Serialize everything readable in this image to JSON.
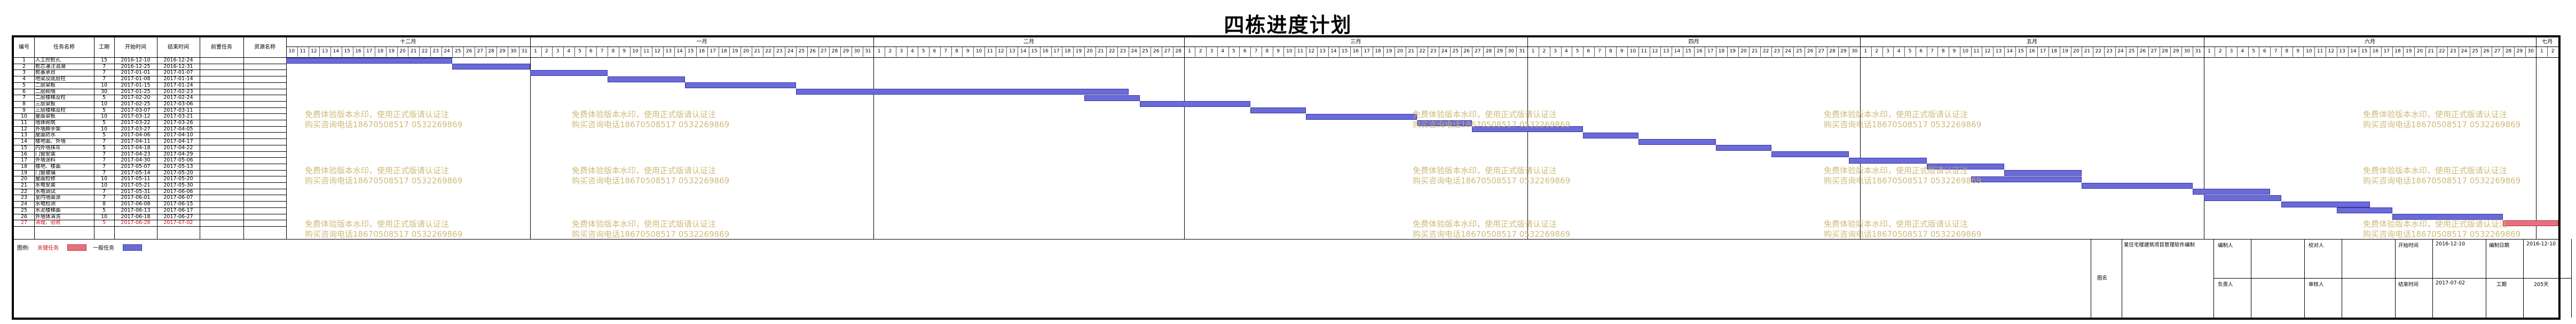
{
  "title": "四栋进度计划",
  "columns": [
    "编号",
    "任务名称",
    "工期",
    "开始时间",
    "结束时间",
    "前置任务",
    "资源名称"
  ],
  "months": [
    {
      "label": "十二月",
      "days": [
        10,
        11,
        12,
        13,
        14,
        15,
        16,
        17,
        18,
        19,
        20,
        21,
        22,
        23,
        24,
        25,
        26,
        27,
        28,
        29,
        30,
        31
      ]
    },
    {
      "label": "一月",
      "days": [
        1,
        2,
        3,
        4,
        5,
        6,
        7,
        8,
        9,
        10,
        11,
        12,
        13,
        14,
        15,
        16,
        17,
        18,
        19,
        20,
        21,
        22,
        23,
        24,
        25,
        26,
        27,
        28,
        29,
        30,
        31
      ]
    },
    {
      "label": "二月",
      "days": [
        1,
        2,
        3,
        4,
        5,
        6,
        7,
        8,
        9,
        10,
        11,
        12,
        13,
        14,
        15,
        16,
        17,
        18,
        19,
        20,
        21,
        22,
        23,
        24,
        25,
        26,
        27,
        28
      ]
    },
    {
      "label": "三月",
      "days": [
        1,
        2,
        3,
        4,
        5,
        6,
        7,
        8,
        9,
        10,
        11,
        12,
        13,
        14,
        15,
        16,
        17,
        18,
        19,
        20,
        21,
        22,
        23,
        24,
        25,
        26,
        27,
        28,
        29,
        30,
        31
      ]
    },
    {
      "label": "四月",
      "days": [
        1,
        2,
        3,
        4,
        5,
        6,
        7,
        8,
        9,
        10,
        11,
        12,
        13,
        14,
        15,
        16,
        17,
        18,
        19,
        20,
        21,
        22,
        23,
        24,
        25,
        26,
        27,
        28,
        29,
        30
      ]
    },
    {
      "label": "五月",
      "days": [
        1,
        2,
        3,
        4,
        5,
        6,
        7,
        8,
        9,
        10,
        11,
        12,
        13,
        14,
        15,
        16,
        17,
        18,
        19,
        20,
        21,
        22,
        23,
        24,
        25,
        26,
        27,
        28,
        29,
        30,
        31
      ]
    },
    {
      "label": "六月",
      "days": [
        1,
        2,
        3,
        4,
        5,
        6,
        7,
        8,
        9,
        10,
        11,
        12,
        13,
        14,
        15,
        16,
        17,
        18,
        19,
        20,
        21,
        22,
        23,
        24,
        25,
        26,
        27,
        28,
        29,
        30
      ]
    },
    {
      "label": "七月",
      "days": [
        1,
        2
      ]
    }
  ],
  "tasks": [
    {
      "id": "1",
      "name": "人工挖桩孔",
      "duration": "15",
      "start": "2016-12-10",
      "end": "2016-12-24",
      "critical": false
    },
    {
      "id": "2",
      "name": "桩芯灌注混凝",
      "duration": "7",
      "start": "2016-12-25",
      "end": "2016-12-31",
      "critical": false
    },
    {
      "id": "3",
      "name": "桩基承台",
      "duration": "7",
      "start": "2017-01-01",
      "end": "2017-01-07",
      "critical": false
    },
    {
      "id": "4",
      "name": "地梁及底层柱",
      "duration": "7",
      "start": "2017-01-08",
      "end": "2017-01-14",
      "critical": false
    },
    {
      "id": "5",
      "name": "二层梁板",
      "duration": "10",
      "start": "2017-01-15",
      "end": "2017-01-24",
      "critical": false
    },
    {
      "id": "6",
      "name": "二层砌墙",
      "duration": "30",
      "start": "2017-01-25",
      "end": "2017-02-23",
      "critical": false
    },
    {
      "id": "7",
      "name": "二层楼梯及柱",
      "duration": "5",
      "start": "2017-02-20",
      "end": "2017-02-24",
      "critical": false
    },
    {
      "id": "8",
      "name": "三层梁板",
      "duration": "10",
      "start": "2017-02-25",
      "end": "2017-03-06",
      "critical": false
    },
    {
      "id": "9",
      "name": "三层楼梯及柱",
      "duration": "5",
      "start": "2017-03-07",
      "end": "2017-03-11",
      "critical": false
    },
    {
      "id": "10",
      "name": "屋面梁板",
      "duration": "10",
      "start": "2017-03-12",
      "end": "2017-03-21",
      "critical": false
    },
    {
      "id": "11",
      "name": "墙体砌筑",
      "duration": "5",
      "start": "2017-03-22",
      "end": "2017-03-26",
      "critical": false
    },
    {
      "id": "12",
      "name": "外墙脚手架",
      "duration": "10",
      "start": "2017-03-27",
      "end": "2017-04-05",
      "critical": false
    },
    {
      "id": "13",
      "name": "屋面防水",
      "duration": "5",
      "start": "2017-04-06",
      "end": "2017-04-10",
      "critical": false
    },
    {
      "id": "14",
      "name": "楼地面、外墙",
      "duration": "7",
      "start": "2017-04-11",
      "end": "2017-04-17",
      "critical": false
    },
    {
      "id": "15",
      "name": "内外墙抹灰",
      "duration": "5",
      "start": "2017-04-18",
      "end": "2017-04-22",
      "critical": false
    },
    {
      "id": "16",
      "name": "门窗安装",
      "duration": "7",
      "start": "2017-04-23",
      "end": "2017-04-29",
      "critical": false
    },
    {
      "id": "17",
      "name": "外墙涂料",
      "duration": "7",
      "start": "2017-04-30",
      "end": "2017-05-06",
      "critical": false
    },
    {
      "id": "18",
      "name": "楼地、楼面",
      "duration": "7",
      "start": "2017-05-07",
      "end": "2017-05-13",
      "critical": false
    },
    {
      "id": "19",
      "name": "门窗玻璃",
      "duration": "7",
      "start": "2017-05-14",
      "end": "2017-05-20",
      "critical": false
    },
    {
      "id": "20",
      "name": "屋面检修",
      "duration": "10",
      "start": "2017-05-11",
      "end": "2017-05-20",
      "critical": false
    },
    {
      "id": "21",
      "name": "水电安装",
      "duration": "10",
      "start": "2017-05-21",
      "end": "2017-05-30",
      "critical": false
    },
    {
      "id": "22",
      "name": "水电调试",
      "duration": "7",
      "start": "2017-05-31",
      "end": "2017-06-06",
      "critical": false
    },
    {
      "id": "23",
      "name": "室内墙面涂",
      "duration": "7",
      "start": "2017-06-01",
      "end": "2017-06-07",
      "critical": false
    },
    {
      "id": "24",
      "name": "水电检测",
      "duration": "8",
      "start": "2017-06-08",
      "end": "2017-06-15",
      "critical": false
    },
    {
      "id": "25",
      "name": "水泥楼梯面",
      "duration": "5",
      "start": "2017-06-13",
      "end": "2017-06-17",
      "critical": false
    },
    {
      "id": "26",
      "name": "外墙体清洗",
      "duration": "10",
      "start": "2017-06-18",
      "end": "2017-06-27",
      "critical": false
    },
    {
      "id": "27",
      "name": "清理、验收",
      "duration": "5",
      "start": "2017-06-28",
      "end": "2017-07-02",
      "critical": true
    }
  ],
  "watermark": {
    "line1": "免费体验版本水印，使用正式版请认证注",
    "line2": "购买咨询电话18670508517 0532269869"
  },
  "legend": {
    "label": "图例:",
    "critical": "关键任务",
    "normal": "一般任务"
  },
  "footer": {
    "tu_ming": "图名",
    "project": "某住宅楼建筑项目管理软件编制",
    "bianzhi_ren": "编制人",
    "fuze_ren": "负责人",
    "jiaodui_ren": "校对人",
    "shenhe_ren": "审核人",
    "start_label": "开始时间",
    "start_value": "2016-12-10",
    "finish_label": "结束时间",
    "finish_value": "2017-07-02",
    "bianzhi_date_label": "编制日期",
    "bianzhi_date_value": "2016-12-10",
    "gongqi_label": "工期",
    "gongqi_value": "205天"
  },
  "colors": {
    "normal_bar": "#6b6bd8",
    "critical_bar": "#e8707c",
    "watermark": "#c9b36a"
  }
}
